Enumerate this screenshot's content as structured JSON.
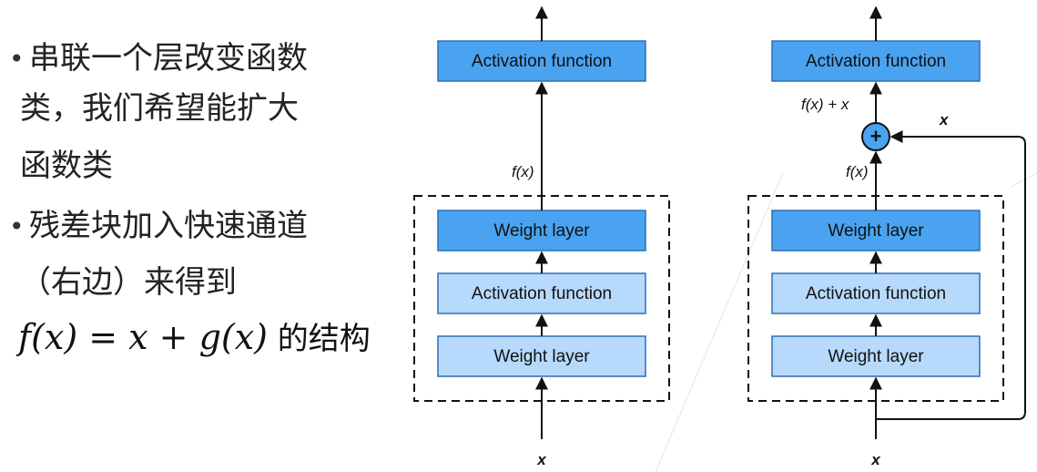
{
  "bullets": {
    "b1_line1": "串联一个层改变函数",
    "b1_line2": "类，我们希望能扩大",
    "b1_line3": "函数类",
    "b2_line1": "残差块加入快速通道",
    "b2_line2": "（右边）来得到",
    "formula_math": "f(x) = x + g(x)",
    "formula_text": " 的结构"
  },
  "left_block": {
    "top_box": "Activation function",
    "weight_top": "Weight layer",
    "act_mid": "Activation function",
    "weight_bottom": "Weight layer",
    "fx_label": "f(x)",
    "input_label": "x"
  },
  "right_block": {
    "top_box": "Activation function",
    "weight_top": "Weight layer",
    "act_mid": "Activation function",
    "weight_bottom": "Weight layer",
    "fx_label": "f(x)",
    "sum_label": "f(x) + x",
    "skip_label": "x",
    "plus_symbol": "+",
    "input_label": "x"
  },
  "colors": {
    "dark_box": "#4aa3f0",
    "light_box": "#b7d9fb",
    "box_stroke": "#2c6fb8",
    "arrow": "#111111"
  }
}
